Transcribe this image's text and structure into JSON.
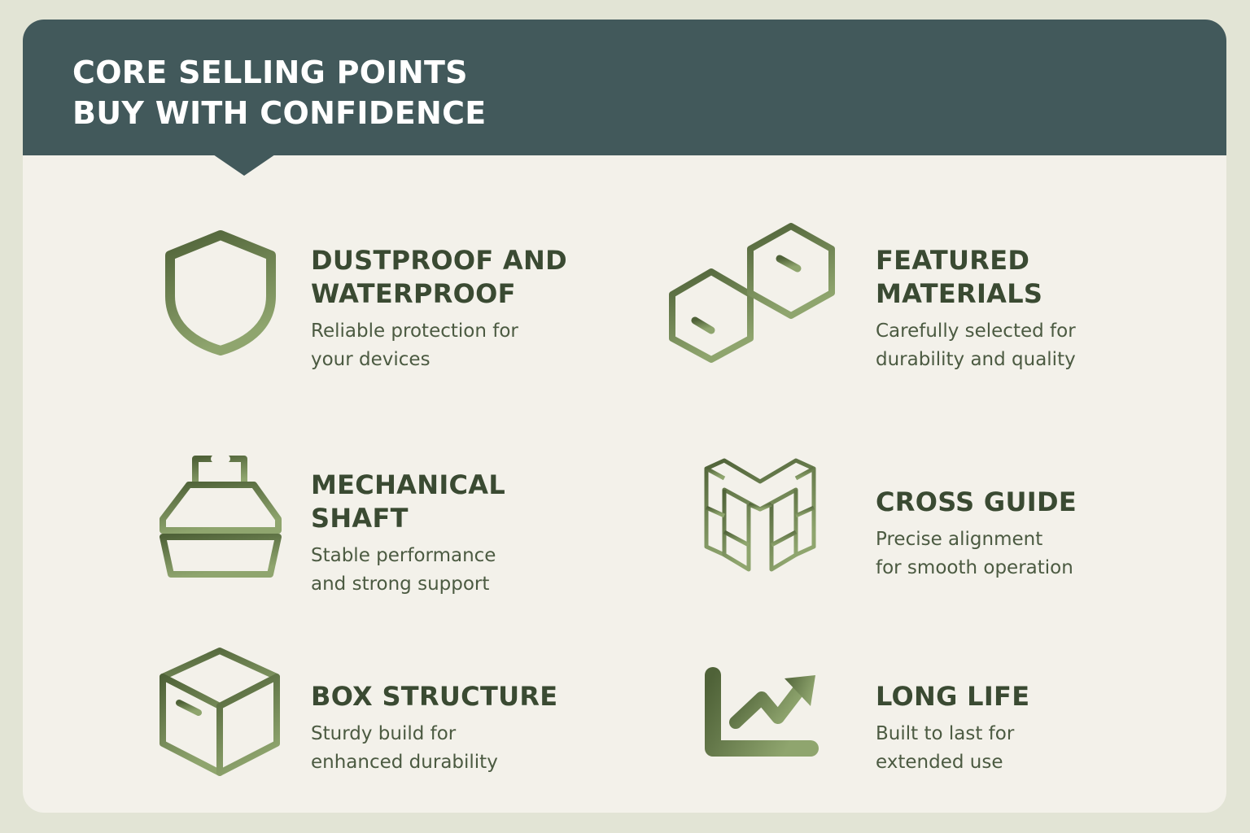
{
  "header": {
    "title_line1": "CORE SELLING POINTS",
    "title_line2": "BUY WITH CONFIDENCE"
  },
  "features": [
    {
      "icon": "shield-icon",
      "title_line1": "DUSTPROOF AND",
      "title_line2": "WATERPROOF",
      "desc_line1": "Reliable protection for",
      "desc_line2": "your devices"
    },
    {
      "icon": "hexagon-molecule-icon",
      "title_line1": "FEATURED",
      "title_line2": "MATERIALS",
      "desc_line1": "Carefully selected for",
      "desc_line2": "durability and quality"
    },
    {
      "icon": "mechanical-shaft-icon",
      "title_line1": "MECHANICAL",
      "title_line2": "SHAFT",
      "desc_line1": "Stable performance",
      "desc_line2": "and strong support"
    },
    {
      "icon": "cross-guide-icon",
      "title_line1": "CROSS GUIDE",
      "title_line2": "",
      "desc_line1": "Precise alignment",
      "desc_line2": "for smooth operation"
    },
    {
      "icon": "box-icon",
      "title_line1": "BOX STRUCTURE",
      "title_line2": "",
      "desc_line1": "Sturdy build for",
      "desc_line2": "enhanced durability"
    },
    {
      "icon": "growth-chart-icon",
      "title_line1": "LONG LIFE",
      "title_line2": "",
      "desc_line1": "Built to last for",
      "desc_line2": "extended use"
    }
  ],
  "colors": {
    "page_background": "#e2e4d5",
    "card_background": "#f3f1ea",
    "header_background": "#42595b",
    "header_text": "#ffffff",
    "title_text": "#3a4a32",
    "body_text": "#4b5a41",
    "icon_dark": "#4f6238",
    "icon_light": "#8fa56e"
  }
}
